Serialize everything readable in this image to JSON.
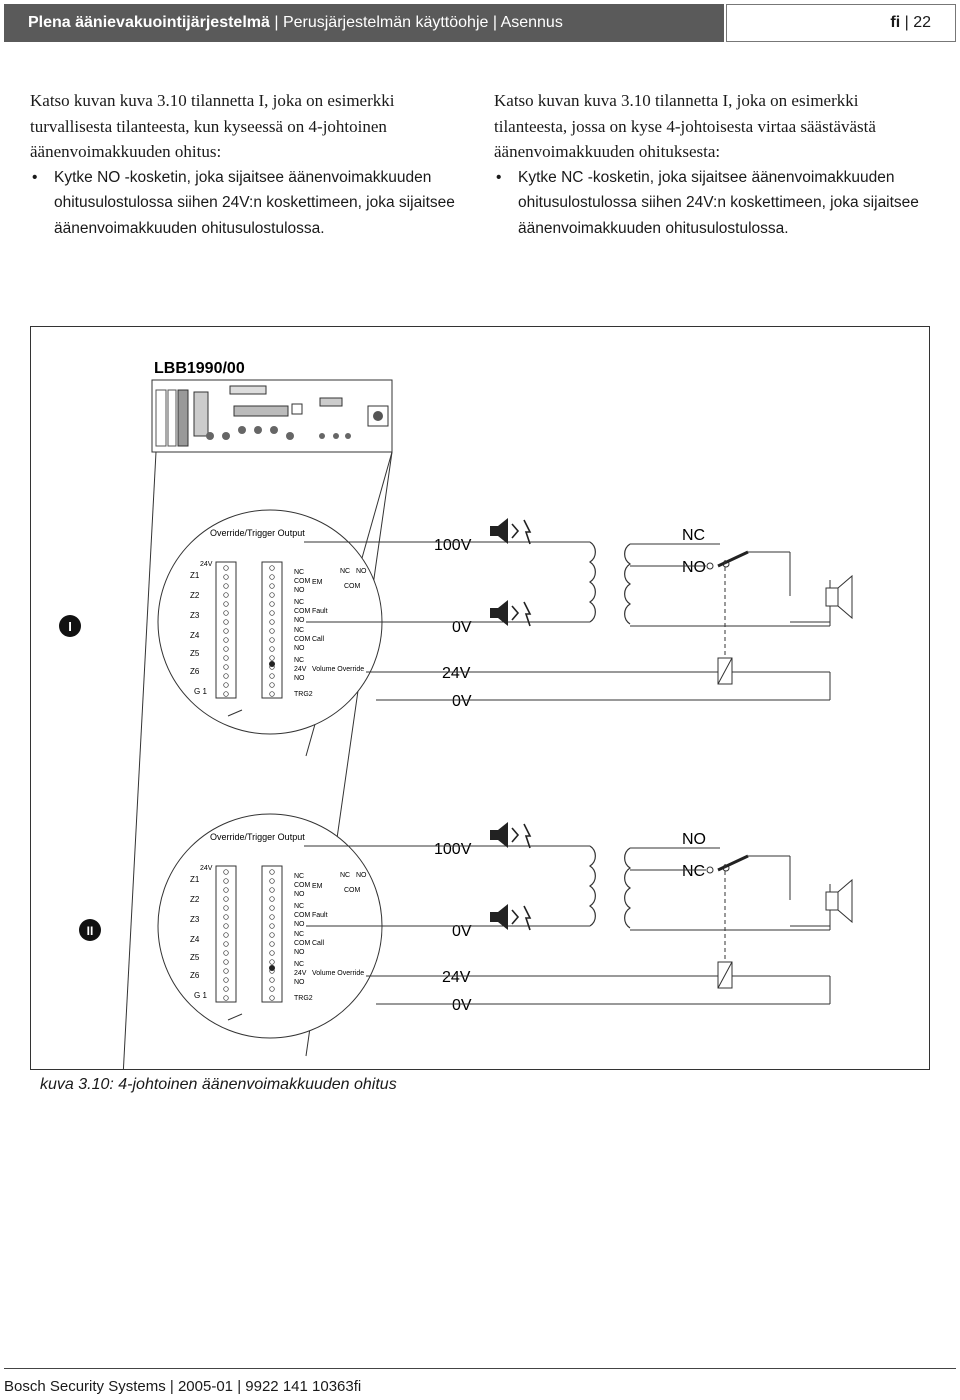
{
  "header": {
    "doc_title": "Plena äänievakuointijärjestelmä",
    "subtitle": "Perusjärjestelmän käyttöohje",
    "section": "Asennus",
    "language": "fi",
    "page_number": "22",
    "separator": "|"
  },
  "left_column": {
    "intro_serif": "Katso kuvan kuva 3.10 tilannetta I, joka on esimerkki turvallisesta tilanteesta, kun kyseessä on 4-johtoinen äänenvoimakkuuden ohitus:",
    "bullet": "Kytke NO -kosketin, joka sijaitsee äänenvoimakkuuden ohitusulostulossa siihen 24V:n koskettimeen, joka sijaitsee äänenvoimakkuuden ohitusulostulossa."
  },
  "right_column": {
    "intro_serif": "Katso kuvan kuva 3.10 tilannetta I, joka on esimerkki tilanteesta, jossa on kyse 4-johtoisesta virtaa säästävästä äänenvoimakkuuden ohituksesta:",
    "bullet": "Kytke NC -kosketin, joka sijaitsee äänenvoimakkuuden ohitusulostulossa siihen 24V:n koskettimeen, joka sijaitsee äänenvoimakkuuden ohitusulostulossa."
  },
  "figure": {
    "device_label": "LBB1990/00",
    "panel_title": "Override/Trigger Output",
    "voltage_24v": "24V",
    "zone_labels": [
      "Z1",
      "Z2",
      "Z3",
      "Z4",
      "Z5",
      "Z6"
    ],
    "ground_label": "G 1",
    "relay_labels": [
      "EM",
      "Fault",
      "Call",
      "Volume Override"
    ],
    "contact_labels": [
      "NC",
      "COM",
      "NO"
    ],
    "relay_24v": "24V",
    "trg_label": "TRG2",
    "legend_nc": "NC",
    "legend_no": "NO",
    "legend_com": "COM",
    "wire_labels": [
      "100V",
      "0V",
      "24V",
      "0V"
    ],
    "scenario_1": {
      "marker": "I",
      "switch_top": "NC",
      "switch_bottom": "NO"
    },
    "scenario_2": {
      "marker": "II",
      "switch_top": "NO",
      "switch_bottom": "NC"
    }
  },
  "caption": "kuva 3.10: 4-johtoinen äänenvoimakkuuden ohitus",
  "footer": {
    "company": "Bosch Security Systems",
    "date": "2005-01",
    "doc_number": "9922 141 10363fi",
    "separator": "|"
  }
}
